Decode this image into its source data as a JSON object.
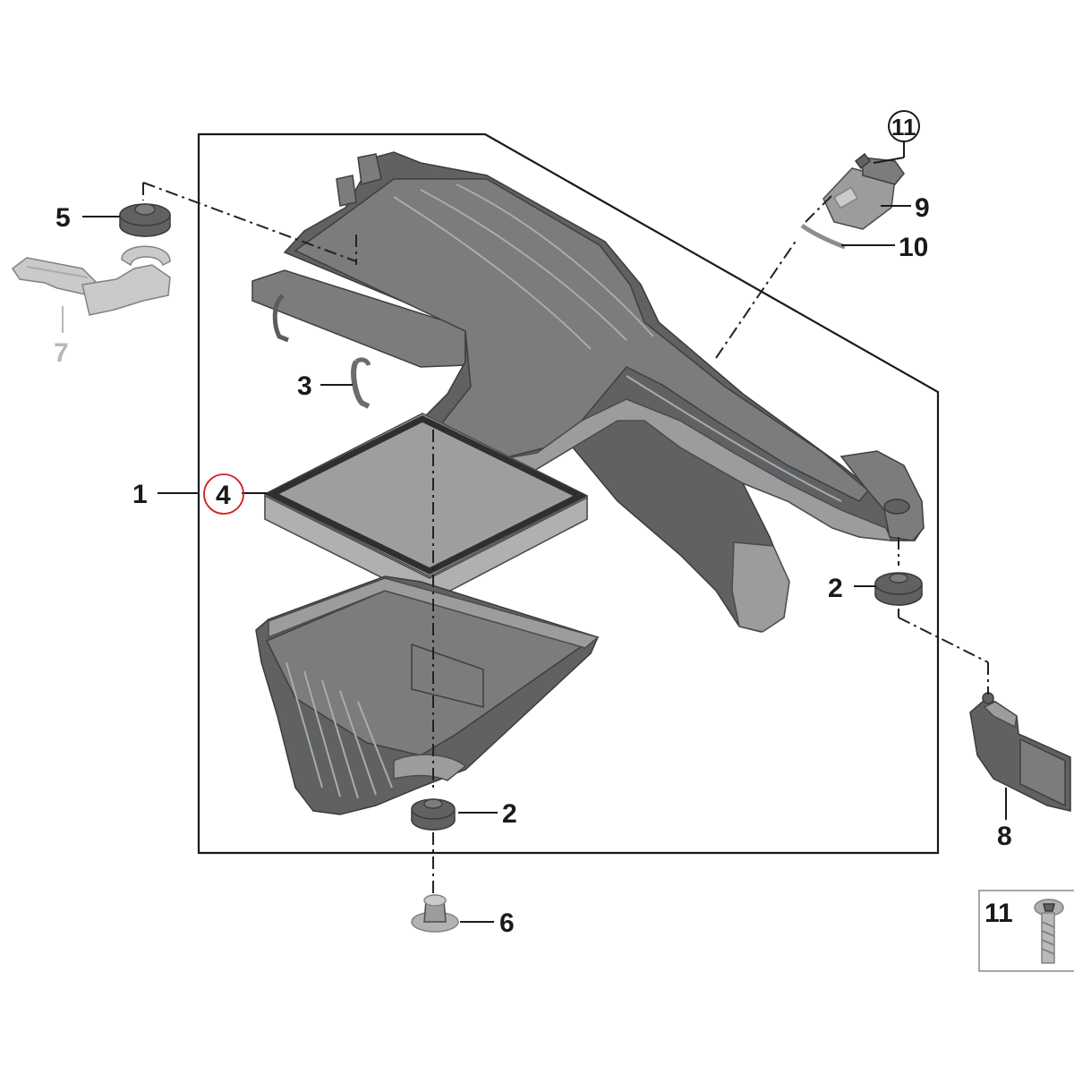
{
  "callouts": {
    "c1": "1",
    "c2a": "2",
    "c2b": "2",
    "c3": "3",
    "c4": "4",
    "c5": "5",
    "c6": "6",
    "c7": "7",
    "c8": "8",
    "c9": "9",
    "c10": "10",
    "c11": "11",
    "c11_legend": "11"
  },
  "colors": {
    "highlight_ring": "#d42020",
    "part_gray": "#6e7072",
    "faded_label": "#b8b8b8"
  }
}
